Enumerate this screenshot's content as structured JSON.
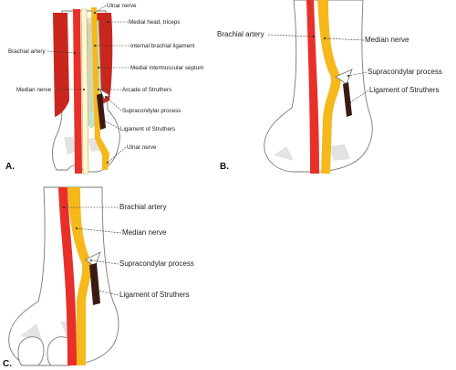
{
  "panels": {
    "a": {
      "letter": "A.",
      "labels": {
        "ulnar_nerve_top": "Ulnar nerve",
        "medial_head_triceps": "Medial head, triceps",
        "brachial_artery": "Brachial artery",
        "internal_brachial_ligament": "Internal brachial ligament",
        "medial_intermuscular_septum": "Medial intermuscular septum",
        "median_nerve": "Median nerve",
        "arcade_of_struthers": "Arcade of Struthers",
        "supracondylar_process": "Supracondylar process",
        "ligament_of_struthers": "Ligament of Struthers",
        "ulnar_nerve_bottom": "Ulnar nerve"
      }
    },
    "b": {
      "letter": "B.",
      "labels": {
        "brachial_artery": "Brachial artery",
        "median_nerve": "Median nerve",
        "supracondylar_process": "Supracondylar process",
        "ligament_of_struthers": "Ligament of Struthers"
      }
    },
    "c": {
      "letter": "C.",
      "labels": {
        "brachial_artery": "Brachial artery",
        "median_nerve": "Median nerve",
        "supracondylar_process": "Supracondylar process",
        "ligament_of_struthers": "Ligament of Struthers"
      }
    }
  },
  "colors": {
    "artery": "#e8302a",
    "nerve": "#f6b81a",
    "muscle": "#c9271d",
    "septum": "#bfe3d0",
    "ligament": "#3a1a12",
    "bone_outline": "#7a7a7a"
  }
}
